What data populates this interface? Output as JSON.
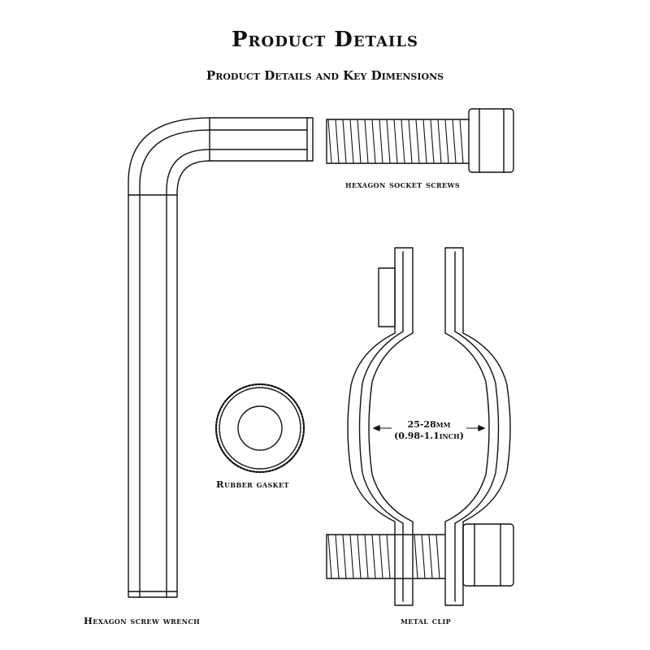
{
  "header": {
    "title": "Product Details",
    "subtitle": "Product Details and Key Dimensions"
  },
  "parts": {
    "socket_screws": "hexagon socket screws",
    "gasket": "Rubber gasket",
    "wrench": "Hexagon screw wrench",
    "clip": "metal clip"
  },
  "dimension": {
    "metric": "25-28mm",
    "imperial": "(0.98-1.1inch)"
  },
  "colors": {
    "line": "#111111",
    "background": "#ffffff"
  }
}
